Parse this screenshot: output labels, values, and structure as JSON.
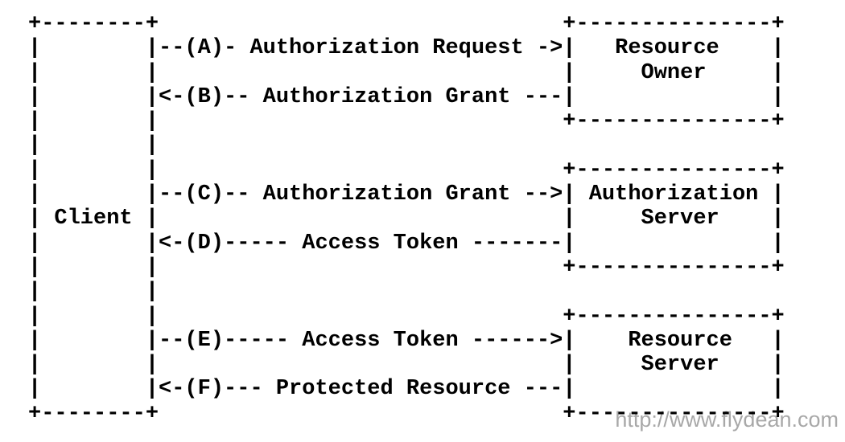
{
  "page": {
    "background_color": "#ffffff",
    "text_color": "#000000"
  },
  "diagram": {
    "type": "ascii-flow-diagram",
    "rows": [
      "+--------+                               +---------------+",
      "|        |--(A)- Authorization Request ->|   Resource    |",
      "|        |                               |     Owner     |",
      "|        |<-(B)-- Authorization Grant ---|               |",
      "|        |                               +---------------+",
      "|        |",
      "|        |                               +---------------+",
      "|        |--(C)-- Authorization Grant -->| Authorization |",
      "| Client |                               |     Server    |",
      "|        |<-(D)----- Access Token -------|               |",
      "|        |                               +---------------+",
      "|        |",
      "|        |                               +---------------+",
      "|        |--(E)----- Access Token ------>|    Resource   |",
      "|        |                               |     Server    |",
      "|        |<-(F)--- Protected Resource ---|               |",
      "+--------+                               +---------------+"
    ],
    "entities": [
      "Client",
      "Resource Owner",
      "Authorization Server",
      "Resource Server"
    ],
    "flows": [
      {
        "step": "A",
        "label": "Authorization Request",
        "from": "Client",
        "to": "Resource Owner"
      },
      {
        "step": "B",
        "label": "Authorization Grant",
        "from": "Resource Owner",
        "to": "Client"
      },
      {
        "step": "C",
        "label": "Authorization Grant",
        "from": "Client",
        "to": "Authorization Server"
      },
      {
        "step": "D",
        "label": "Access Token",
        "from": "Authorization Server",
        "to": "Client"
      },
      {
        "step": "E",
        "label": "Access Token",
        "from": "Client",
        "to": "Resource Server"
      },
      {
        "step": "F",
        "label": "Protected Resource",
        "from": "Resource Server",
        "to": "Client"
      }
    ]
  },
  "watermark": {
    "text": "http://www.flydean.com",
    "color": "#a8a8a8"
  }
}
